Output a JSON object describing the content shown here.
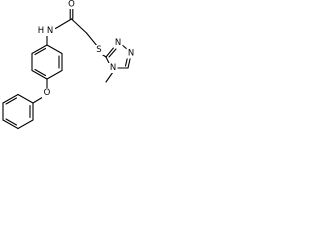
{
  "structure": {
    "atoms": {
      "carbonyl_oxygen": "O",
      "amide_nitrogen_h": "H",
      "amide_nitrogen": "N",
      "sulfur": "S",
      "triazole_n1": "N",
      "triazole_n2": "N",
      "triazole_n4": "N",
      "ether_oxygen": "O"
    }
  }
}
